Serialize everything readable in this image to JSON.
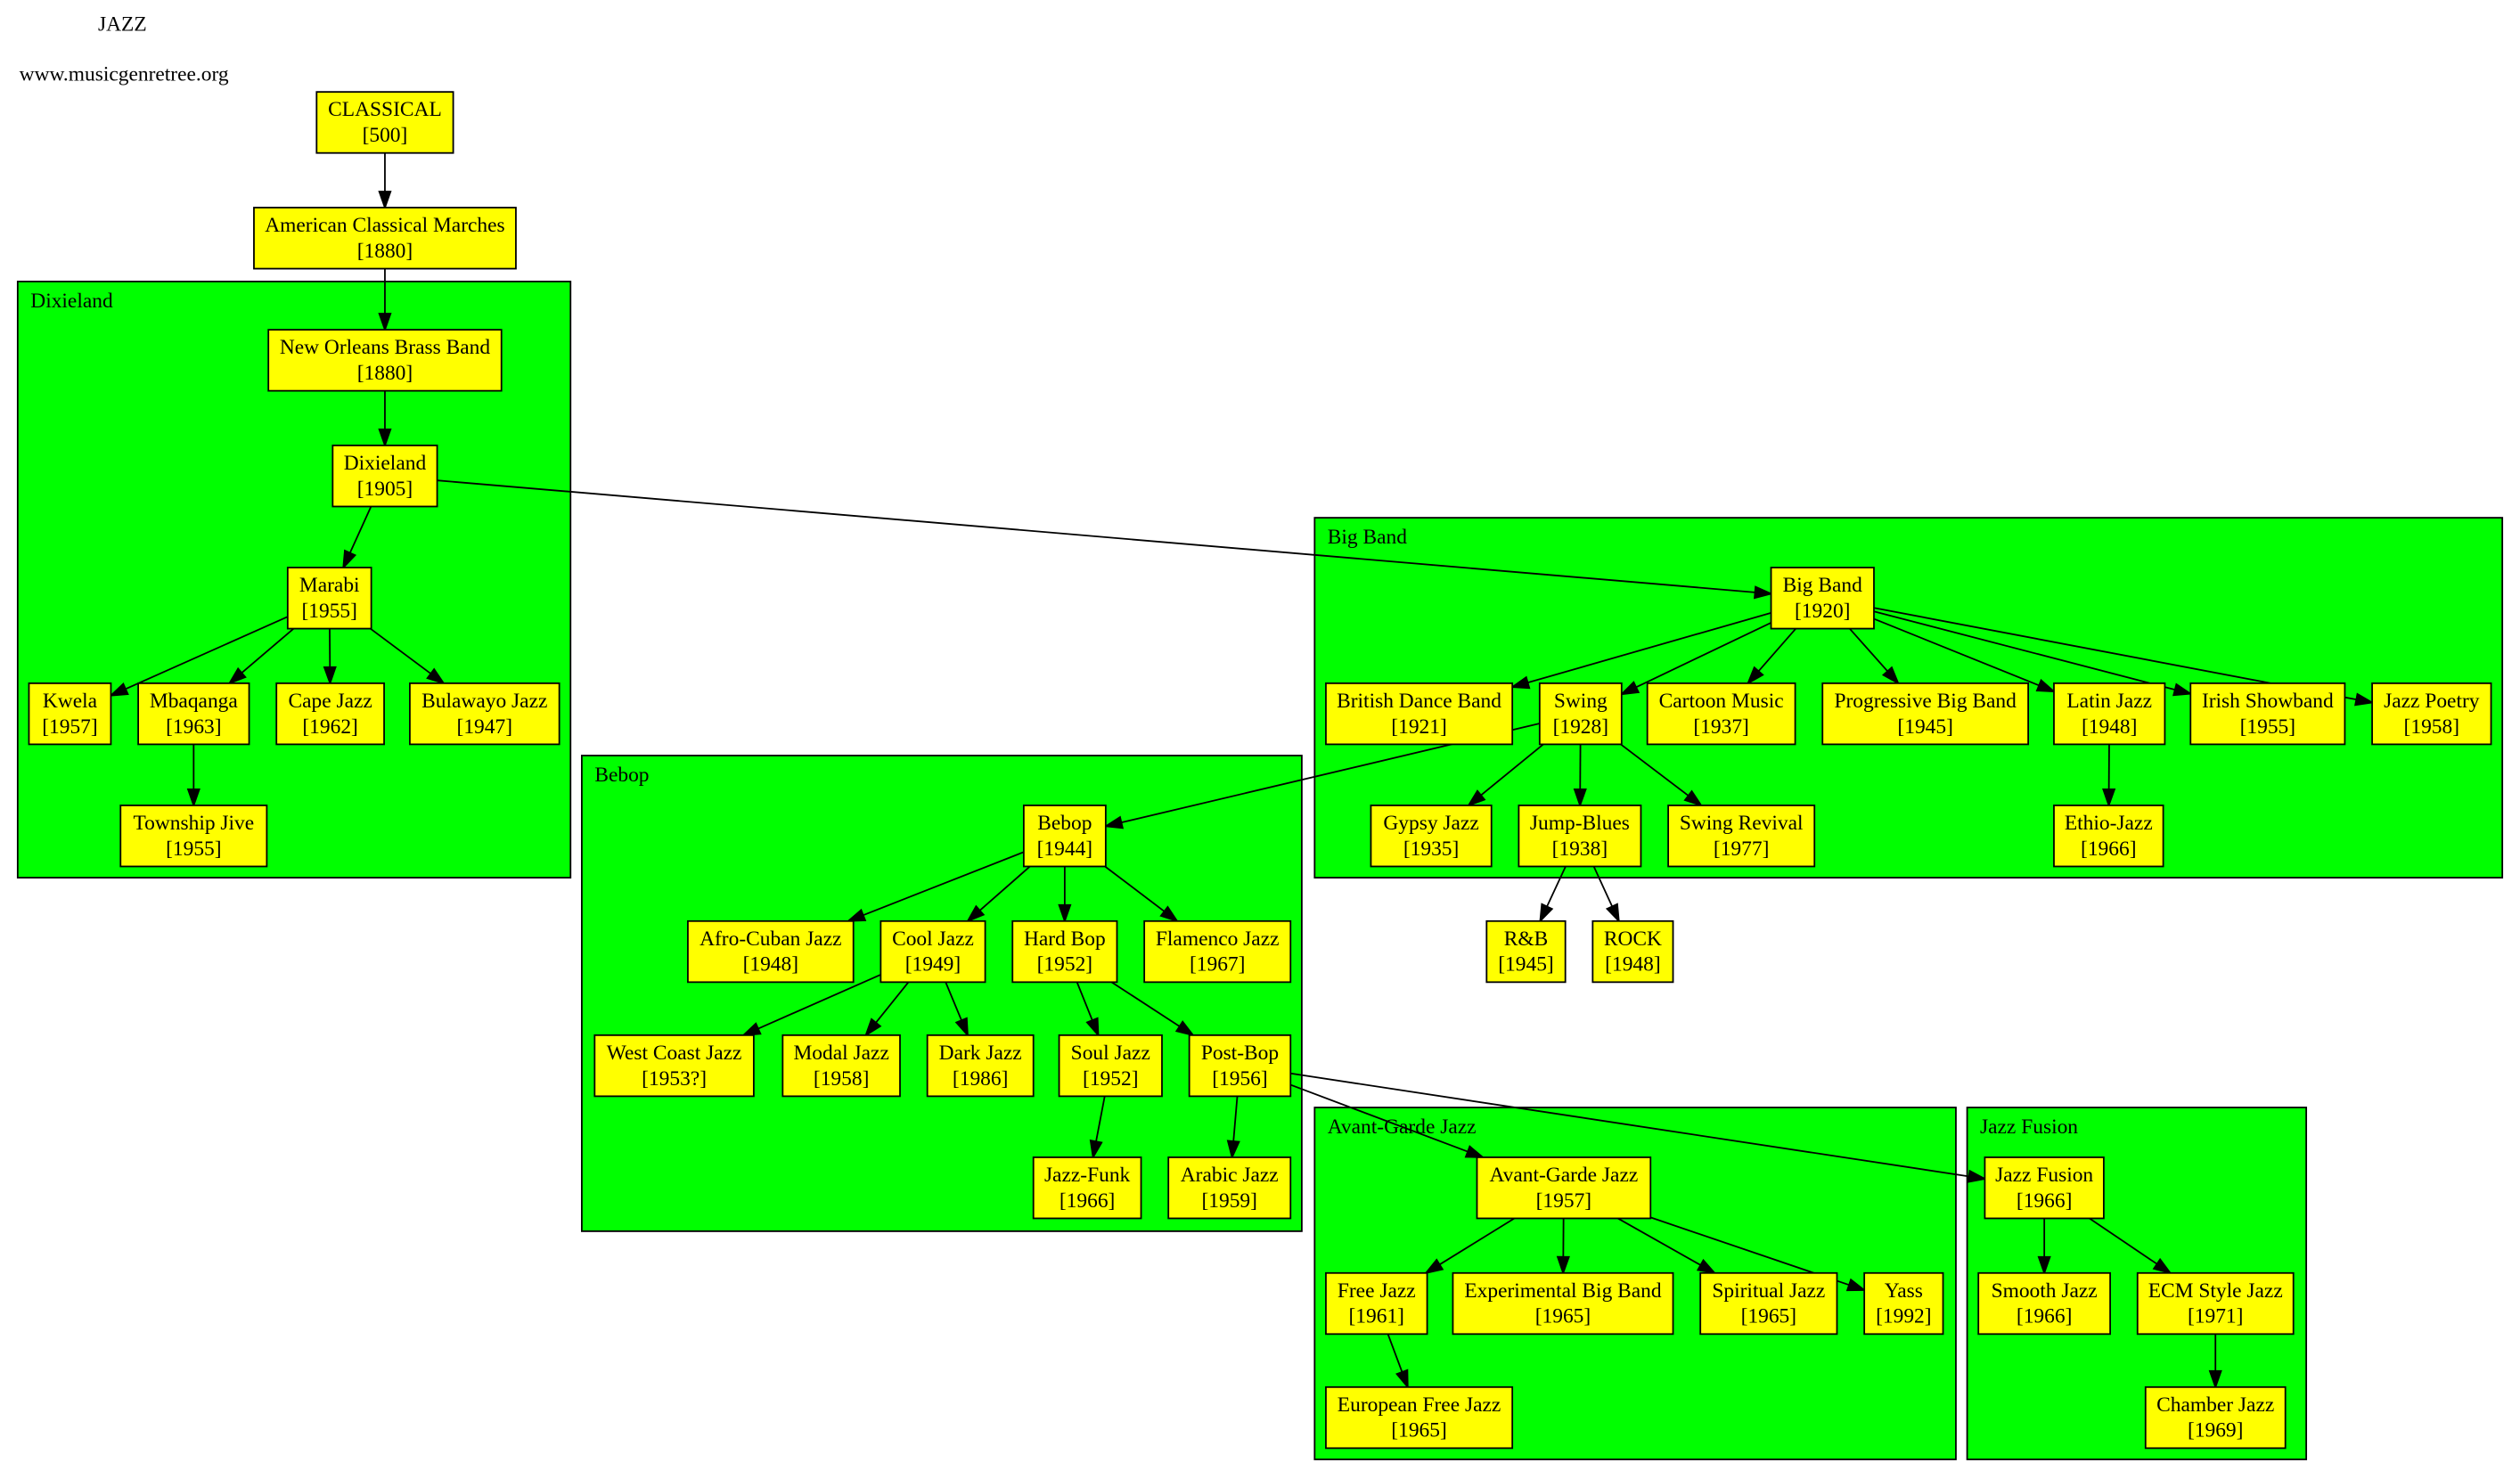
{
  "header": {
    "title": "JAZZ",
    "site": "www.musicgenretree.org"
  },
  "colors": {
    "node_fill": "#ffff00",
    "cluster_fill": "#00ff00",
    "stroke": "#000000"
  },
  "clusters": [
    {
      "id": "dixieland",
      "label": "Dixieland"
    },
    {
      "id": "bigband",
      "label": "Big Band"
    },
    {
      "id": "bebop",
      "label": "Bebop"
    },
    {
      "id": "avantgarde",
      "label": "Avant-Garde Jazz"
    },
    {
      "id": "fusion",
      "label": "Jazz Fusion"
    }
  ],
  "nodes": [
    {
      "id": "classical",
      "label": "CLASSICAL",
      "year": "[500]"
    },
    {
      "id": "acm",
      "label": "American Classical Marches",
      "year": "[1880]"
    },
    {
      "id": "nobb",
      "label": "New Orleans Brass Band",
      "year": "[1880]"
    },
    {
      "id": "dixie",
      "label": "Dixieland",
      "year": "[1905]"
    },
    {
      "id": "marabi",
      "label": "Marabi",
      "year": "[1955]"
    },
    {
      "id": "kwela",
      "label": "Kwela",
      "year": "[1957]"
    },
    {
      "id": "mbaqanga",
      "label": "Mbaqanga",
      "year": "[1963]"
    },
    {
      "id": "capejazz",
      "label": "Cape Jazz",
      "year": "[1962]"
    },
    {
      "id": "bulawayo",
      "label": "Bulawayo Jazz",
      "year": "[1947]"
    },
    {
      "id": "township",
      "label": "Township Jive",
      "year": "[1955]"
    },
    {
      "id": "bigband",
      "label": "Big Band",
      "year": "[1920]"
    },
    {
      "id": "british",
      "label": "British Dance Band",
      "year": "[1921]"
    },
    {
      "id": "swing",
      "label": "Swing",
      "year": "[1928]"
    },
    {
      "id": "cartoon",
      "label": "Cartoon Music",
      "year": "[1937]"
    },
    {
      "id": "progressive",
      "label": "Progressive Big Band",
      "year": "[1945]"
    },
    {
      "id": "latin",
      "label": "Latin Jazz",
      "year": "[1948]"
    },
    {
      "id": "irish",
      "label": "Irish Showband",
      "year": "[1955]"
    },
    {
      "id": "poetry",
      "label": "Jazz Poetry",
      "year": "[1958]"
    },
    {
      "id": "gypsy",
      "label": "Gypsy Jazz",
      "year": "[1935]"
    },
    {
      "id": "jumpblues",
      "label": "Jump-Blues",
      "year": "[1938]"
    },
    {
      "id": "swingrevival",
      "label": "Swing Revival",
      "year": "[1977]"
    },
    {
      "id": "ethio",
      "label": "Ethio-Jazz",
      "year": "[1966]"
    },
    {
      "id": "rnb",
      "label": "R&B",
      "year": "[1945]"
    },
    {
      "id": "rock",
      "label": "ROCK",
      "year": "[1948]"
    },
    {
      "id": "bebop",
      "label": "Bebop",
      "year": "[1944]"
    },
    {
      "id": "afrocuban",
      "label": "Afro-Cuban Jazz",
      "year": "[1948]"
    },
    {
      "id": "cool",
      "label": "Cool Jazz",
      "year": "[1949]"
    },
    {
      "id": "hardbop",
      "label": "Hard Bop",
      "year": "[1952]"
    },
    {
      "id": "flamenco",
      "label": "Flamenco Jazz",
      "year": "[1967]"
    },
    {
      "id": "westcoast",
      "label": "West Coast Jazz",
      "year": "[1953?]"
    },
    {
      "id": "modal",
      "label": "Modal Jazz",
      "year": "[1958]"
    },
    {
      "id": "dark",
      "label": "Dark Jazz",
      "year": "[1986]"
    },
    {
      "id": "soul",
      "label": "Soul Jazz",
      "year": "[1952]"
    },
    {
      "id": "postbop",
      "label": "Post-Bop",
      "year": "[1956]"
    },
    {
      "id": "funk",
      "label": "Jazz-Funk",
      "year": "[1966]"
    },
    {
      "id": "arabic",
      "label": "Arabic Jazz",
      "year": "[1959]"
    },
    {
      "id": "avantgarde",
      "label": "Avant-Garde Jazz",
      "year": "[1957]"
    },
    {
      "id": "free",
      "label": "Free Jazz",
      "year": "[1961]"
    },
    {
      "id": "expbigband",
      "label": "Experimental Big Band",
      "year": "[1965]"
    },
    {
      "id": "spiritual",
      "label": "Spiritual Jazz",
      "year": "[1965]"
    },
    {
      "id": "yass",
      "label": "Yass",
      "year": "[1992]"
    },
    {
      "id": "eurofree",
      "label": "European Free Jazz",
      "year": "[1965]"
    },
    {
      "id": "fusion",
      "label": "Jazz Fusion",
      "year": "[1966]"
    },
    {
      "id": "smooth",
      "label": "Smooth Jazz",
      "year": "[1966]"
    },
    {
      "id": "ecm",
      "label": "ECM Style Jazz",
      "year": "[1971]"
    },
    {
      "id": "chamber",
      "label": "Chamber Jazz",
      "year": "[1969]"
    }
  ],
  "edges": [
    [
      "classical",
      "acm"
    ],
    [
      "acm",
      "nobb"
    ],
    [
      "nobb",
      "dixie"
    ],
    [
      "dixie",
      "marabi"
    ],
    [
      "dixie",
      "bigband"
    ],
    [
      "marabi",
      "kwela"
    ],
    [
      "marabi",
      "mbaqanga"
    ],
    [
      "marabi",
      "capejazz"
    ],
    [
      "marabi",
      "bulawayo"
    ],
    [
      "mbaqanga",
      "township"
    ],
    [
      "bigband",
      "british"
    ],
    [
      "bigband",
      "swing"
    ],
    [
      "bigband",
      "cartoon"
    ],
    [
      "bigband",
      "progressive"
    ],
    [
      "bigband",
      "latin"
    ],
    [
      "bigband",
      "irish"
    ],
    [
      "bigband",
      "poetry"
    ],
    [
      "swing",
      "gypsy"
    ],
    [
      "swing",
      "jumpblues"
    ],
    [
      "swing",
      "swingrevival"
    ],
    [
      "swing",
      "bebop"
    ],
    [
      "latin",
      "ethio"
    ],
    [
      "jumpblues",
      "rnb"
    ],
    [
      "jumpblues",
      "rock"
    ],
    [
      "bebop",
      "afrocuban"
    ],
    [
      "bebop",
      "cool"
    ],
    [
      "bebop",
      "hardbop"
    ],
    [
      "bebop",
      "flamenco"
    ],
    [
      "cool",
      "westcoast"
    ],
    [
      "cool",
      "modal"
    ],
    [
      "cool",
      "dark"
    ],
    [
      "hardbop",
      "soul"
    ],
    [
      "hardbop",
      "postbop"
    ],
    [
      "soul",
      "funk"
    ],
    [
      "postbop",
      "arabic"
    ],
    [
      "postbop",
      "avantgarde"
    ],
    [
      "postbop",
      "fusion"
    ],
    [
      "avantgarde",
      "free"
    ],
    [
      "avantgarde",
      "expbigband"
    ],
    [
      "avantgarde",
      "spiritual"
    ],
    [
      "avantgarde",
      "yass"
    ],
    [
      "free",
      "eurofree"
    ],
    [
      "fusion",
      "smooth"
    ],
    [
      "fusion",
      "ecm"
    ],
    [
      "ecm",
      "chamber"
    ]
  ]
}
